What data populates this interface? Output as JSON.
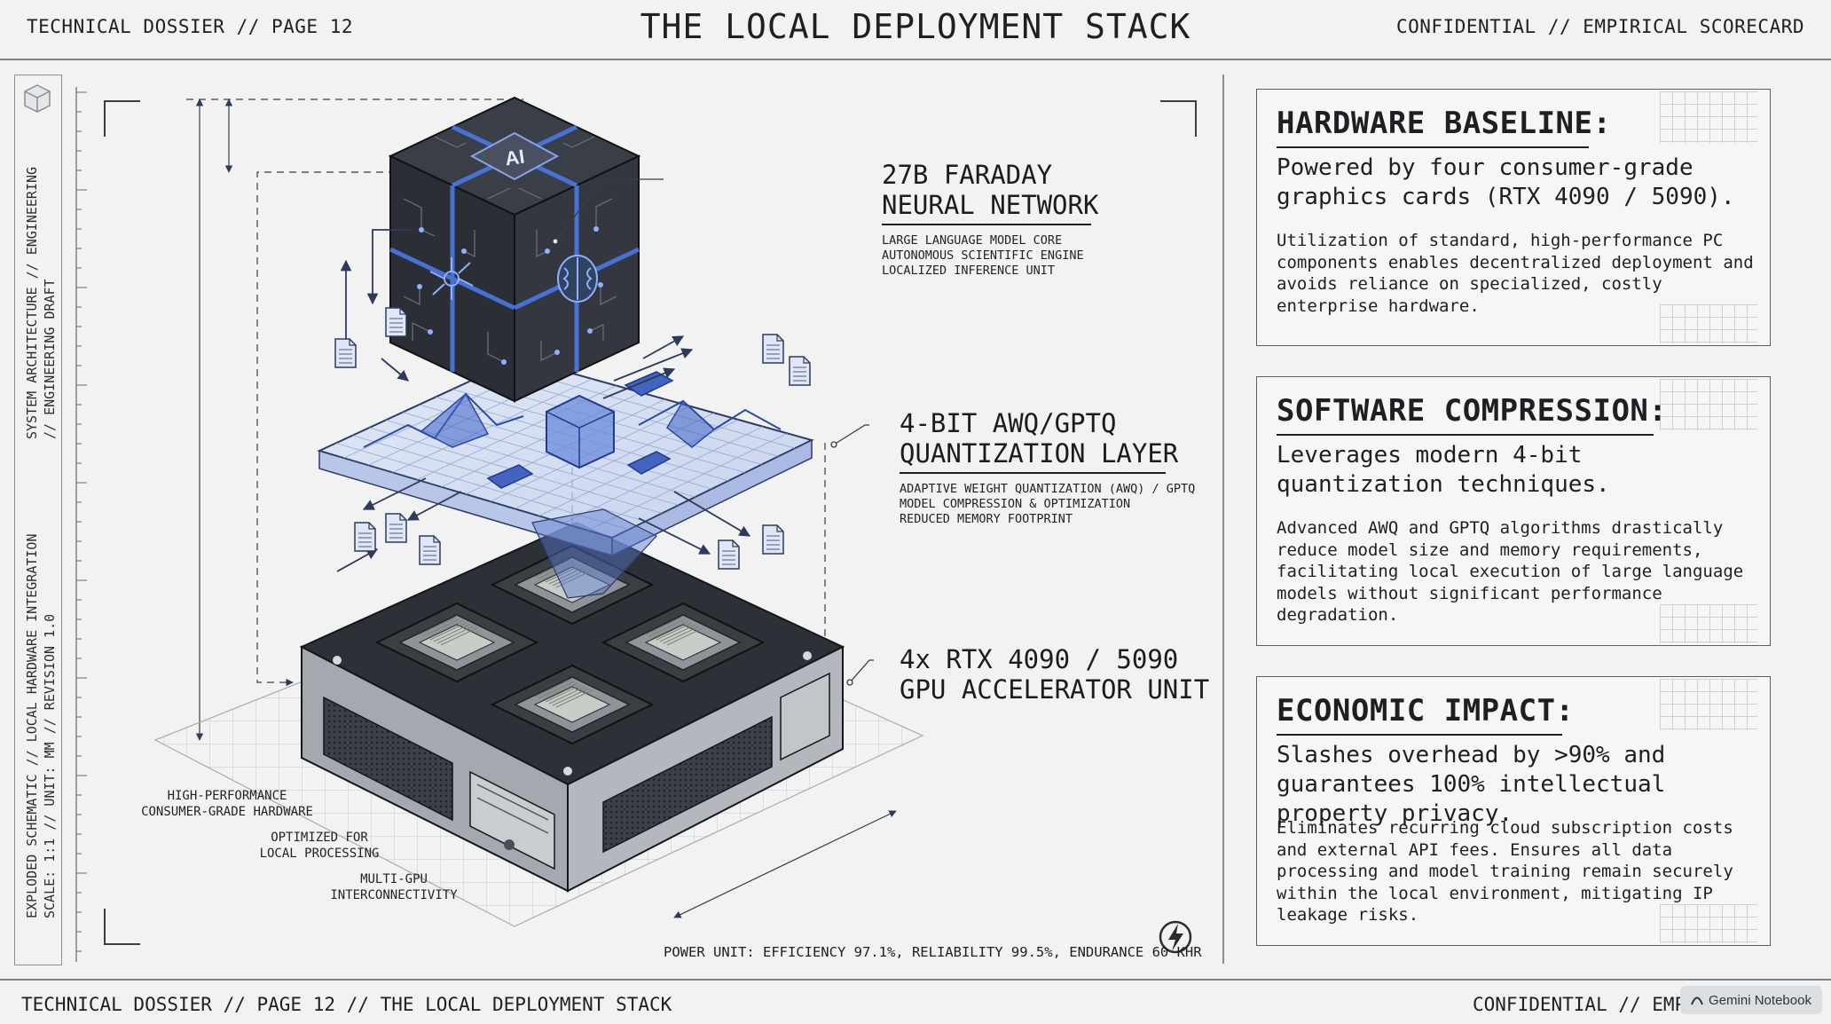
{
  "header": {
    "left": "TECHNICAL DOSSIER // PAGE 12",
    "title": "THE LOCAL DEPLOYMENT STACK",
    "right": "CONFIDENTIAL // EMPIRICAL SCORECARD"
  },
  "margin": {
    "top_text_1": "SYSTEM ARCHITECTURE // ENGINEERING",
    "top_text_2": "// ENGINEERING DRAFT",
    "bottom_text_1": "EXPLODED SCHEMATIC // LOCAL HARDWARE INTEGRATION",
    "bottom_text_2": "SCALE: 1:1 // UNIT: MM // REVISION 1.0"
  },
  "diagram": {
    "cube_glyph": "AI",
    "network_title_1": "27B FARADAY",
    "network_title_2": "NEURAL NETWORK",
    "network_sub_1": "LARGE LANGUAGE MODEL CORE",
    "network_sub_2": "AUTONOMOUS SCIENTIFIC ENGINE",
    "network_sub_3": "LOCALIZED INFERENCE UNIT",
    "quant_title_1": "4-BIT AWQ/GPTQ",
    "quant_title_2": "QUANTIZATION LAYER",
    "quant_sub_1": "ADAPTIVE WEIGHT QUANTIZATION (AWQ) / GPTQ",
    "quant_sub_2": "MODEL COMPRESSION & OPTIMIZATION",
    "quant_sub_3": "REDUCED MEMORY FOOTPRINT",
    "gpu_title_1": "4x RTX 4090 / 5090",
    "gpu_title_2": "GPU ACCELERATOR UNIT",
    "note_1a": "HIGH-PERFORMANCE",
    "note_1b": "CONSUMER-GRADE HARDWARE",
    "note_2a": "OPTIMIZED FOR",
    "note_2b": "LOCAL PROCESSING",
    "note_3a": "MULTI-GPU",
    "note_3b": "INTERCONNECTIVITY",
    "power": "POWER UNIT: EFFICIENCY 97.1%, RELIABILITY 99.5%, ENDURANCE 60 KHR",
    "icons": [
      "cube-outline-icon",
      "lightning-bolt-icon",
      "brain-icon",
      "network-icon",
      "document-icon"
    ]
  },
  "cards": [
    {
      "title": "HARDWARE BASELINE:",
      "lead": "Powered by four consumer-grade graphics cards (RTX 4090 / 5090).",
      "body": "Utilization of standard, high-performance PC components enables decentralized deployment and avoids reliance on specialized, costly enterprise hardware."
    },
    {
      "title": "SOFTWARE COMPRESSION:",
      "lead": "Leverages modern 4-bit quantization techniques.",
      "body": "Advanced AWQ and GPTQ algorithms drastically reduce model size and memory requirements, facilitating local execution of large language models without significant performance degradation."
    },
    {
      "title": "ECONOMIC IMPACT:",
      "lead": "Slashes overhead by >90% and guarantees 100% intellectual property privacy.",
      "body": "Eliminates recurring cloud subscription costs and external API fees. Ensures all data processing and model training remain securely within the local environment, mitigating IP leakage risks."
    }
  ],
  "footer": {
    "left": "TECHNICAL DOSSIER // PAGE 12 // THE LOCAL DEPLOYMENT STACK",
    "right": "CONFIDENTIAL // EMPIRI",
    "badge": "Gemini Notebook"
  },
  "colors": {
    "background": "#f1f2f1",
    "ink": "#1d1f22",
    "accent_blue": "#3a63c9",
    "cube_dark": "#2b2e35",
    "chassis": "#9ea3a9"
  }
}
